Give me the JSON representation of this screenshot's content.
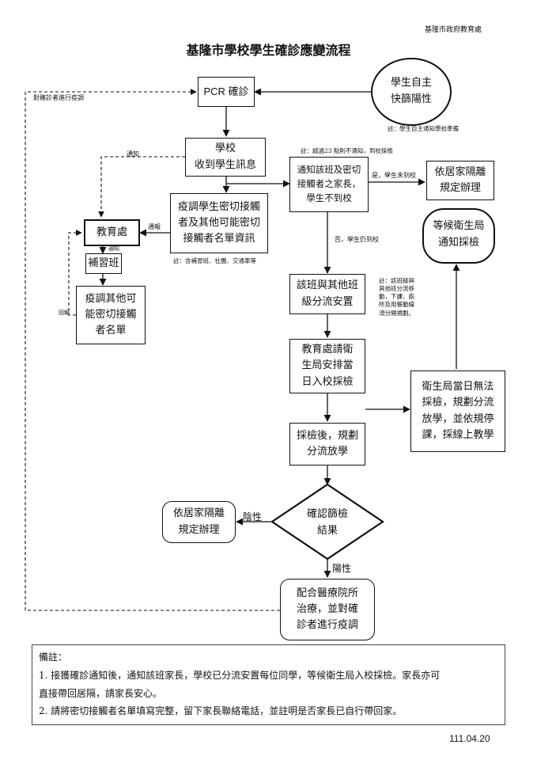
{
  "header": {
    "agency": "基隆市政府教育處"
  },
  "title": "基隆市學校學生確診應變流程",
  "nodes": {
    "pcr": "PCR 確診",
    "self_test": "學生自主\n快篩陽性",
    "school_receive": "學校\n收到學生訊息",
    "notify_parents": "通知該班及密切\n接觸者之家長，\n學生不到校",
    "home_isolation_top": "依居家隔離\n規定辦理",
    "wait_health": "等候衛生局\n通知採檢",
    "contact_survey": "疫調學生密切接觸\n者及其他可能密切\n接觸者名單資訊",
    "edu_office": "教育處",
    "cram_school": "補習班",
    "cram_survey": "疫調其他可\n能密切接觸\n者名單",
    "class_separation": "該班與其他班\n級分流安置",
    "edu_request": "教育處請衛\n生局安排當\n日入校採檢",
    "health_unable": "衛生局當日無法\n採檢，規劃分流\n放學，並依規停\n課，採線上教學",
    "after_test": "採檢後，規劃\n分流放學",
    "confirm_result": "確認篩檢\n結果",
    "home_isolation_bottom": "依居家隔離\n規定辦理",
    "hospital": "配合醫療院所\n治療，並對確\n診者進行疫調"
  },
  "annotations": {
    "self_test_note": "註：學生自主通知學校準備",
    "time_note": "註：超過23 點則不通知，到校採檢",
    "contact_note": "註：含補習班、社團、交通車等",
    "class_note": "註：該班級與\n其他班分流移\n動，下課、廁\n所及用餐動線\n須分開規劃。",
    "survey_confirmed": "對確診者進行疫調"
  },
  "edge_labels": {
    "notify": "通知",
    "report": "通報",
    "notify_small": "通知",
    "report_back": "回報",
    "yes_absent": "是，學生未到校",
    "no_present": "否，學生仍到校",
    "negative": "陰性",
    "positive": "陽性"
  },
  "notes": {
    "heading": "備註：",
    "items": [
      "1. 接獲確診通知後，通知該班家長，學校已分流安置每位同學，等候衛生局入校採檢。家長亦可\n    直接帶回居隔，請家長安心。",
      "2. 請將密切接觸者名單填寫完整，留下家長聯絡電話，並註明是否家長已自行帶回家。"
    ]
  },
  "date": "111.04.20"
}
